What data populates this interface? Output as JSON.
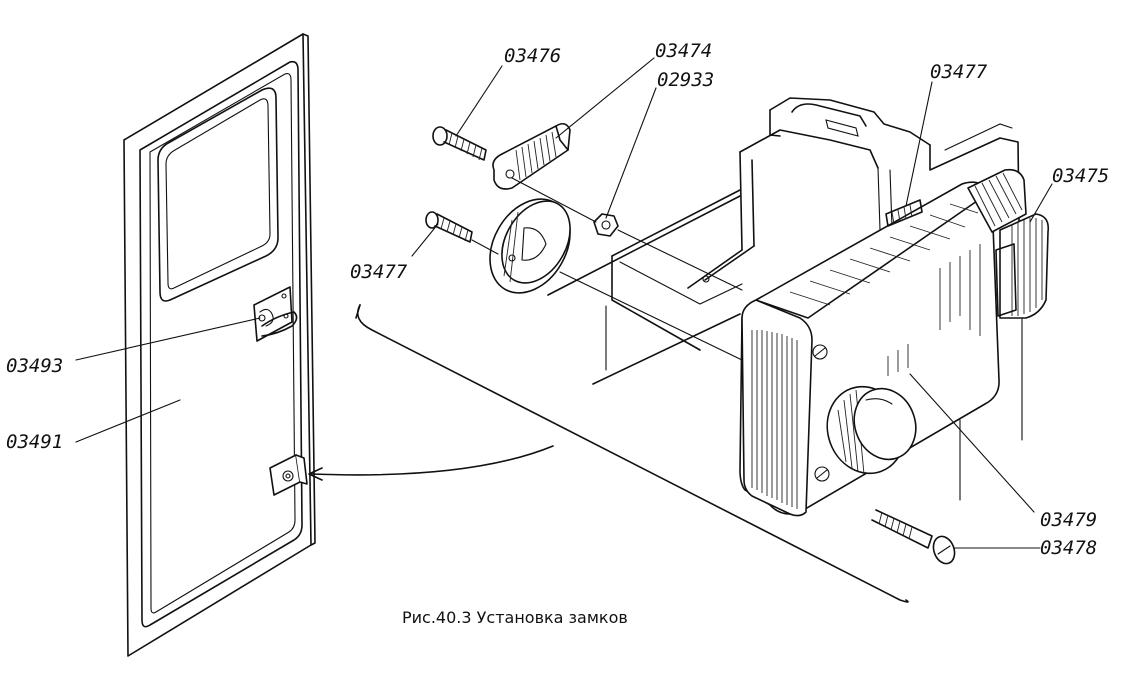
{
  "caption": "Рис.40.3 Установка замков",
  "labels": {
    "p03476": "03476",
    "p03474": "03474",
    "p02933": "02933",
    "p03477_top": "03477",
    "p03475": "03475",
    "p03477_left": "03477",
    "p03493": "03493",
    "p03491": "03491",
    "p03479": "03479",
    "p03478": "03478"
  }
}
